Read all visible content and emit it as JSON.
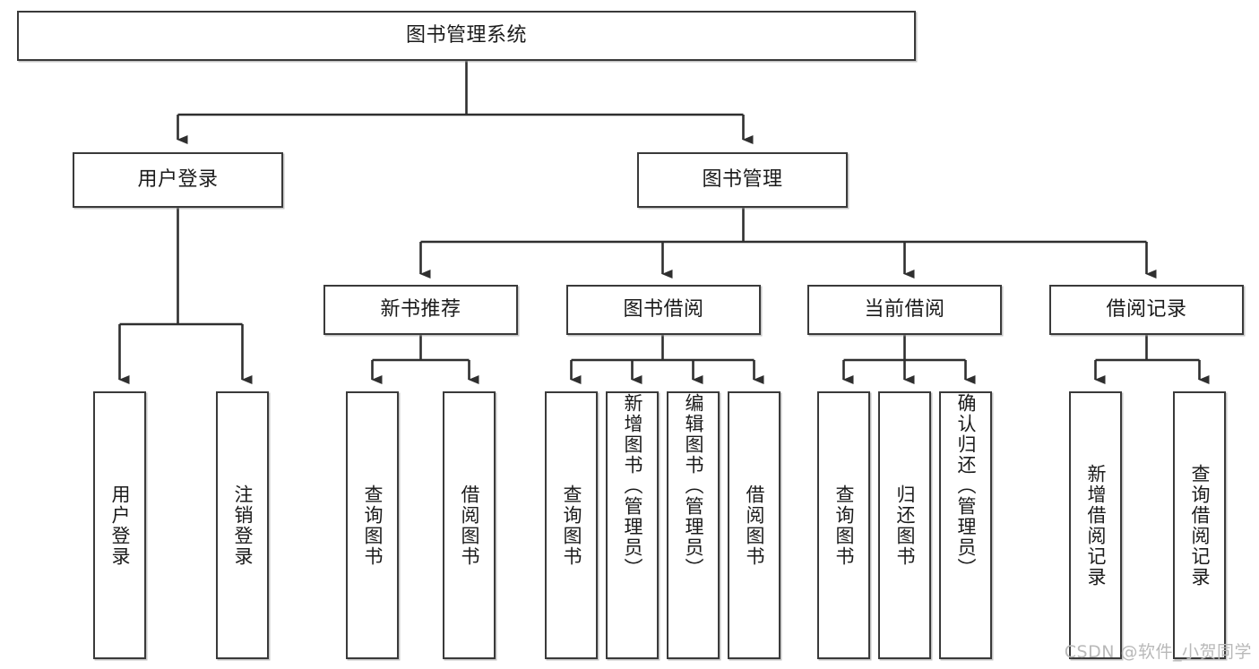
{
  "diagram": {
    "title": "图书管理系统",
    "type": "tree-hierarchy",
    "watermark": "CSDN @软件_小贺同学",
    "colors": {
      "node_border": "#3a3a3a",
      "node_fill": "#ffffff",
      "edge": "#2f2f2f",
      "text": "#1b1b1b",
      "watermark": "#b9b9b9",
      "background": "#ffffff"
    },
    "nodes": {
      "root": {
        "label": "图书管理系统"
      },
      "level2": [
        {
          "id": "user-login",
          "label": "用户登录"
        },
        {
          "id": "book-management",
          "label": "图书管理"
        }
      ],
      "level3": [
        {
          "id": "new-book-recommend",
          "label": "新书推荐"
        },
        {
          "id": "book-borrow",
          "label": "图书借阅"
        },
        {
          "id": "current-borrow",
          "label": "当前借阅"
        },
        {
          "id": "borrow-record",
          "label": "借阅记录"
        }
      ],
      "leaves": {
        "user_login": [
          {
            "id": "leaf-user-login",
            "label": "用户登录"
          },
          {
            "id": "leaf-logout-login",
            "label": "注销登录"
          }
        ],
        "new_book_recommend": [
          {
            "id": "leaf-query-book-1",
            "label": "查询图书"
          },
          {
            "id": "leaf-borrow-book-1",
            "label": "借阅图书"
          }
        ],
        "book_borrow": [
          {
            "id": "leaf-query-book-2",
            "label": "查询图书"
          },
          {
            "id": "leaf-add-book-admin",
            "label": "新增图书（管理员）"
          },
          {
            "id": "leaf-edit-book-admin",
            "label": "编辑图书（管理员）"
          },
          {
            "id": "leaf-borrow-book-2",
            "label": "借阅图书"
          }
        ],
        "current_borrow": [
          {
            "id": "leaf-query-book-3",
            "label": "查询图书"
          },
          {
            "id": "leaf-return-book",
            "label": "归还图书"
          },
          {
            "id": "leaf-confirm-return-admin",
            "label": "确认归还（管理员）"
          }
        ],
        "borrow_record": [
          {
            "id": "leaf-add-borrow-record",
            "label": "新增借阅记录"
          },
          {
            "id": "leaf-query-borrow-record",
            "label": "查询借阅记录"
          }
        ]
      }
    }
  }
}
